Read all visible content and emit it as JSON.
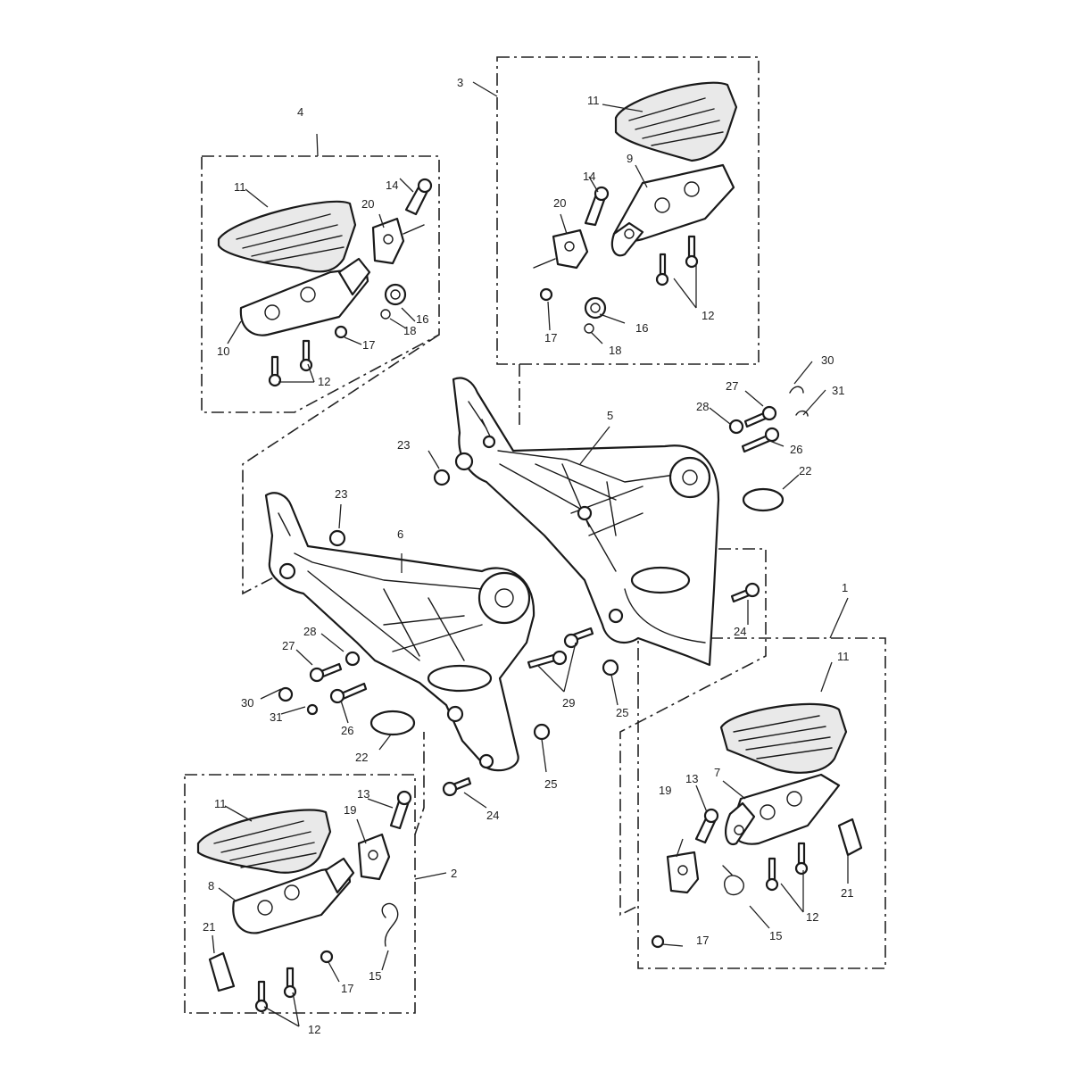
{
  "diagram": {
    "callouts": {
      "c1": "1",
      "c2": "2",
      "c3": "3",
      "c4": "4",
      "c5": "5",
      "c6": "6",
      "c7": "7",
      "c8": "8",
      "c9": "9",
      "c10": "10",
      "c11a": "11",
      "c11b": "11",
      "c11c": "11",
      "c11d": "11",
      "c12a": "12",
      "c12b": "12",
      "c12c": "12",
      "c12d": "12",
      "c13a": "13",
      "c13b": "13",
      "c14a": "14",
      "c14b": "14",
      "c15a": "15",
      "c15b": "15",
      "c16a": "16",
      "c16b": "16",
      "c17a": "17",
      "c17b": "17",
      "c17c": "17",
      "c17d": "17",
      "c18a": "18",
      "c18b": "18",
      "c19a": "19",
      "c19b": "19",
      "c20a": "20",
      "c20b": "20",
      "c21a": "21",
      "c21b": "21",
      "c22a": "22",
      "c22b": "22",
      "c23a": "23",
      "c23b": "23",
      "c24a": "24",
      "c24b": "24",
      "c25a": "25",
      "c25b": "25",
      "c26a": "26",
      "c26b": "26",
      "c27a": "27",
      "c27b": "27",
      "c28a": "28",
      "c28b": "28",
      "c29": "29",
      "c30a": "30",
      "c30b": "30",
      "c31a": "31",
      "c31b": "31"
    }
  }
}
